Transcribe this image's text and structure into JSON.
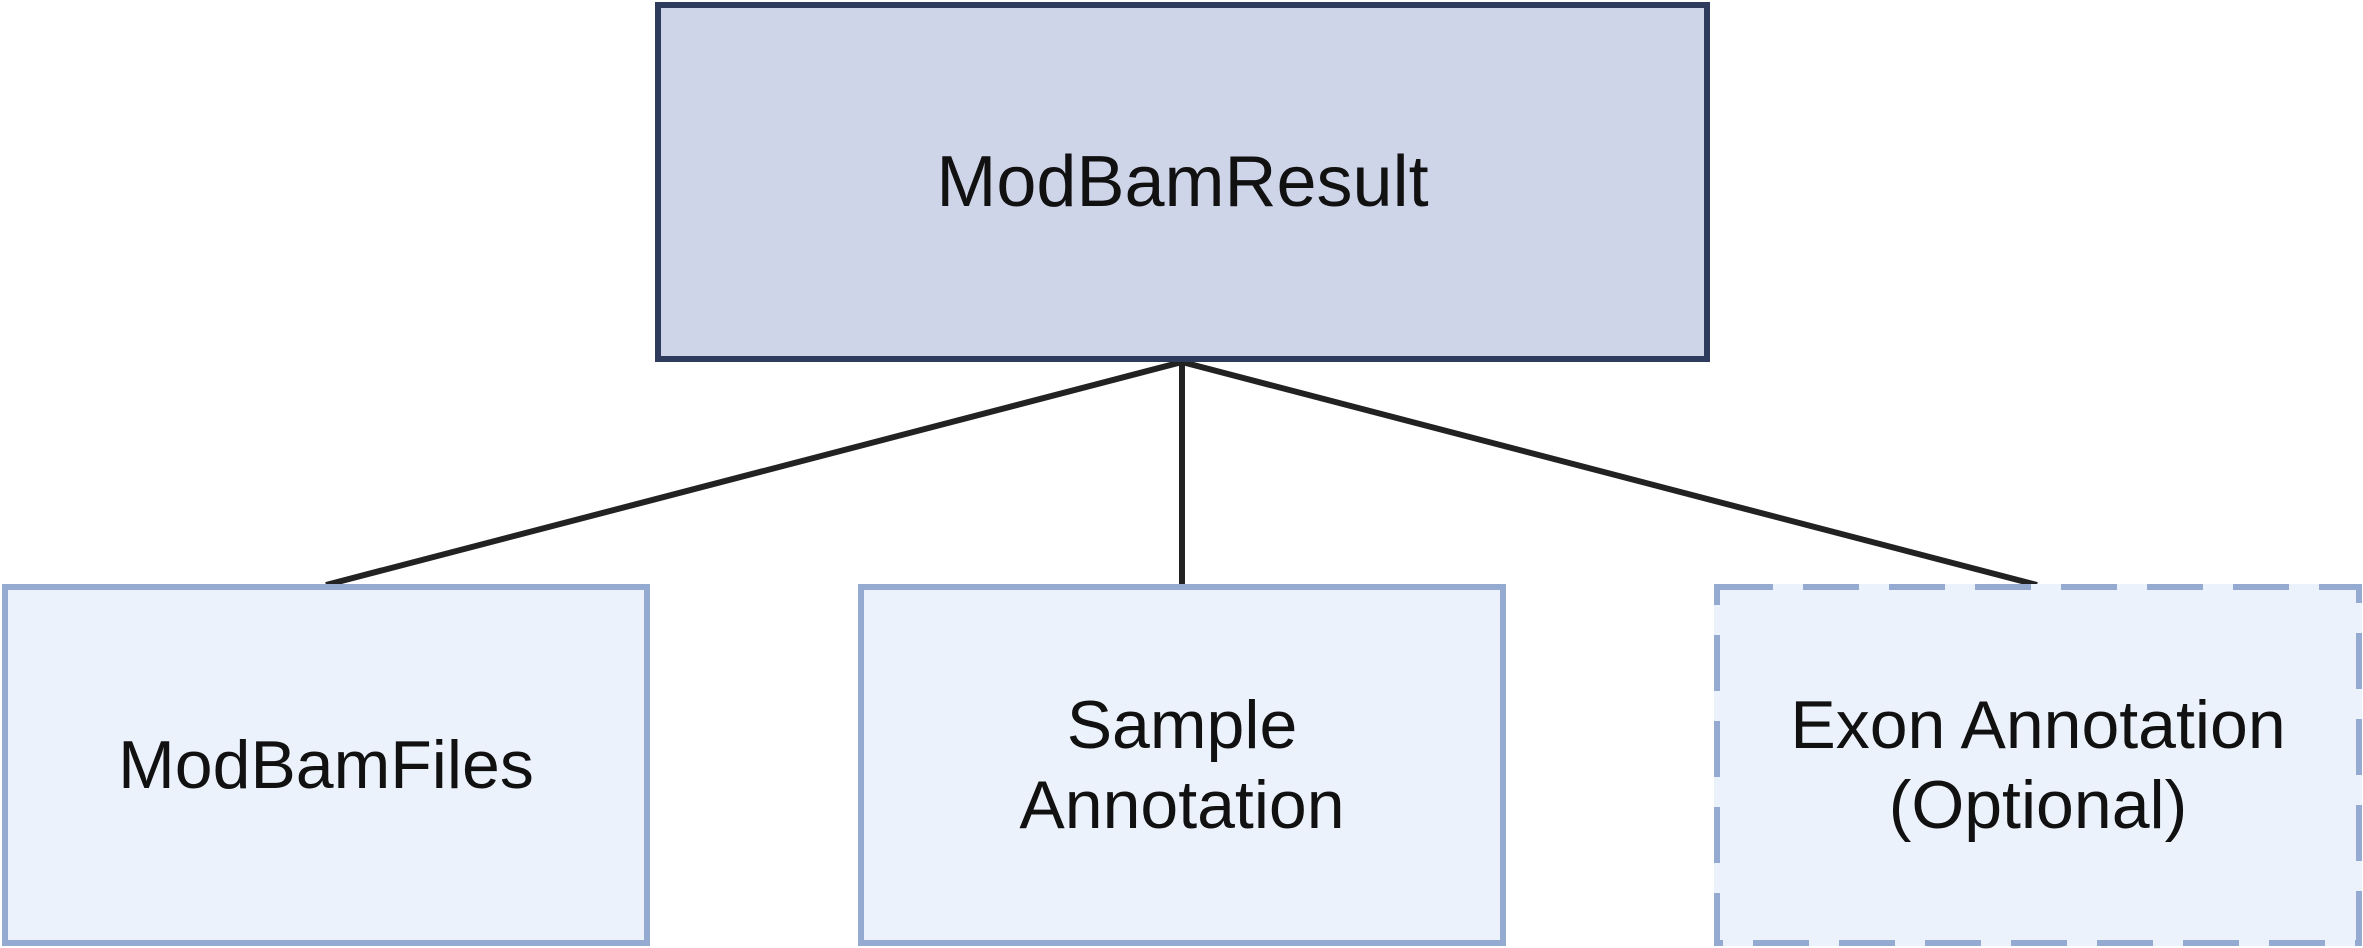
{
  "colors": {
    "root_fill": "#cfd5e8",
    "root_border": "#2f3b5c",
    "child_fill": "#ecf2fb",
    "child_border": "#95aad1",
    "connector": "#222222"
  },
  "root": {
    "label": "ModBamResult"
  },
  "children": [
    {
      "label": "ModBamFiles",
      "border": "solid"
    },
    {
      "label": "Sample\nAnnotation",
      "border": "solid"
    },
    {
      "label": "Exon Annotation\n(Optional)",
      "border": "dashed"
    }
  ]
}
